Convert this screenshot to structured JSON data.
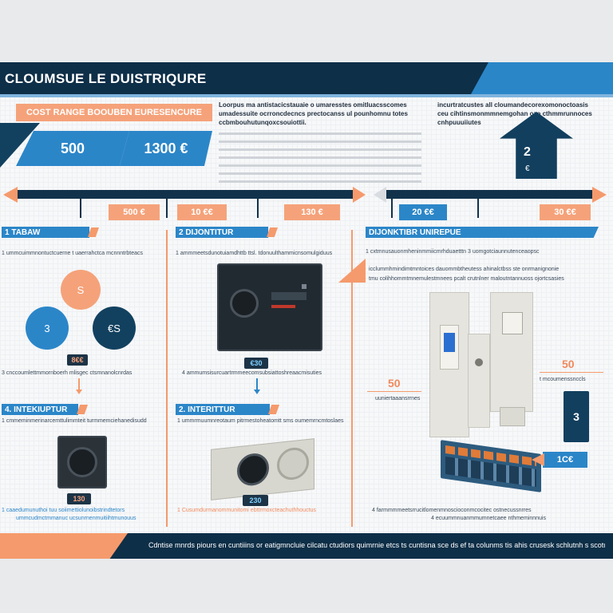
{
  "header": {
    "title": "CLOUMSUE LE DUISTRIQURE"
  },
  "cost": {
    "banner": "COST RANGE BOOUBEN EURESENCURE",
    "price1": "500",
    "price2": "1300 €"
  },
  "intro": {
    "line1": "Loorpus ma antistacicstauaie o umaresstes omitluacsscomes",
    "line2": "umadessuite ocrroncdecncs prectocanss ul pounhomnu totes",
    "line3": "ccbmbouhutunqoxcsouiottii.",
    "right1": "incurtratcustes all cloumandecorexomonoctoasis",
    "right2": "ceu cihtinsmonmmnemgohan ozo cthmmrunnoces",
    "right3": "cnhpuuuiiutes"
  },
  "arrow": {
    "value": "2",
    "unit": "€"
  },
  "timeline": {
    "tags": [
      "500 €",
      "10 €€",
      "130 €",
      "20 €€",
      "30 €€"
    ]
  },
  "col1": {
    "header1": "1  TABAW",
    "sub1": "1  ummcuimmnontuctcuerne t uaerrahctca mcnnntrbteacs",
    "circle_top": "S",
    "circle_left": "3",
    "circle_right": "€S",
    "chip1": "8€€",
    "desc1": "3  cnccoumlettmmornboerh mlisgec ctsmnanolcnrdas",
    "header2": "4.  INTEKIUPTUR",
    "sub2": "1  cmmeminmerinarcemttulimmteit turmmemciehanedisudd",
    "chip2": "130",
    "desc2a": "1  caaedumunuthoi tuu soiimettiolunoibstrindtetors",
    "desc2b": "ummcudmctmmanuc ucsunrnenmuitiihtmunouus"
  },
  "col2": {
    "header1": "2  DIJONTITUR",
    "sub1": "1  ammmeetsdunotuiamdhttb ttsl. tdonuulthammicnsomulgiduus",
    "chip1": "€30",
    "desc1": "4  ammumsisurcuartrmmeecomsubsiattoshreaacmisuties",
    "header2": "2.  INTERITTUR",
    "sub2": "1  ummrmuumnreotaum pitrmestoheatomtt sms oumemrncmtoslaes",
    "chip2": "230",
    "desc2": "1  Cusumdurmanommunitomi ebttrmoxcteachuthhouctus"
  },
  "col3": {
    "header": "DIJONKTIBR UNIREPUE",
    "sub": "1  cxtmnusauonmheninmmiicmrhduaetttn 3  uomgotciaunnutenceaopsc",
    "desc1": "icclummhmindimtmntoices dauommbtheutess ahinalctbss ste onrmanignonie",
    "desc2": "tmu colihhommtmnemulestmnees pcalt crutnlner maloutntannuoss ojortcsasies",
    "label_left_value": "50",
    "label_left_text": "uuniertaaansrrnes",
    "label_right_value": "50",
    "label_right_text": "t mcoumenssnccls",
    "box_value": "3",
    "tag_value": "1C€",
    "bottom1": "4  farmmmmeetsrrucitlomenmnoscioconmcocitec ostnecussnrres",
    "bottom2": "4  ecuummnuanmmumnetcaee nthmeminnnuis"
  },
  "footer": {
    "text": "Cdntise mnrds piours en cuntiiins or eatigmncluie cilcatu ctudiors quimrnie etcs ts cuntisna sce ds ef ta colunms tis ahis crusesk schlutnh s scotualines or scountnunnie"
  }
}
